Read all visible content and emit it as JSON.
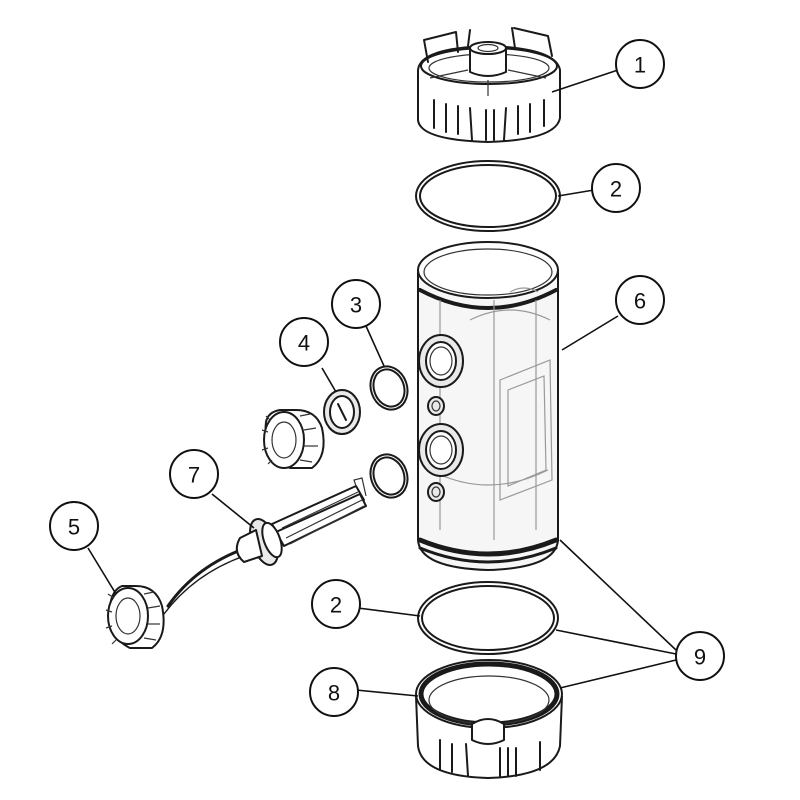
{
  "callouts": [
    {
      "id": "c1",
      "label": "1"
    },
    {
      "id": "c2a",
      "label": "2"
    },
    {
      "id": "c3",
      "label": "3"
    },
    {
      "id": "c4",
      "label": "4"
    },
    {
      "id": "c6",
      "label": "6"
    },
    {
      "id": "c7",
      "label": "7"
    },
    {
      "id": "c5",
      "label": "5"
    },
    {
      "id": "c2b",
      "label": "2"
    },
    {
      "id": "c9",
      "label": "9"
    },
    {
      "id": "c8",
      "label": "8"
    }
  ]
}
